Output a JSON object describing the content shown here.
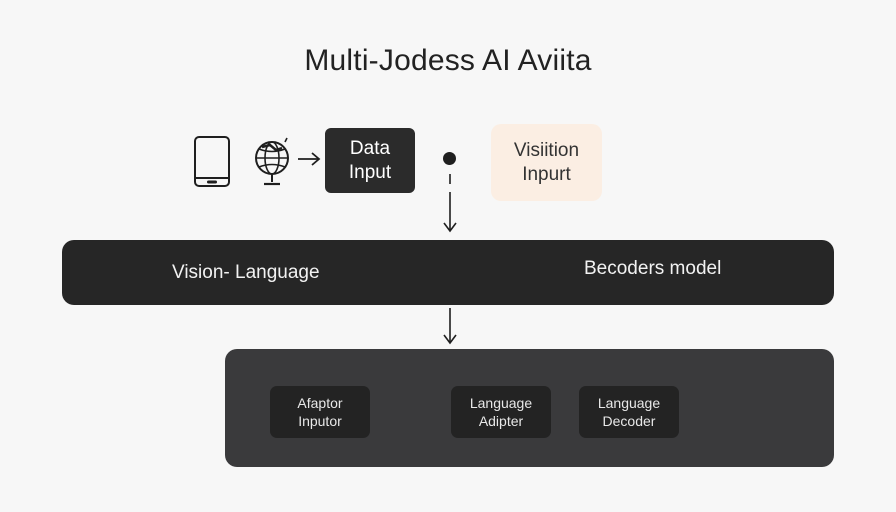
{
  "title": "Multi-Jodess AI Aviita",
  "icons": {
    "tablet": "tablet-icon",
    "globe": "globe-icon",
    "arrow": "arrow-right-icon"
  },
  "nodes": {
    "data_input": "Data\nInput",
    "vision_input": "Visiition\nInpurt"
  },
  "bar": {
    "left_label": "Vision- Language",
    "right_label": "Becoders model"
  },
  "panel": {
    "boxes": [
      "Afaptor\nInputor",
      "Language\nAdipter",
      "Language\nDecoder"
    ]
  },
  "colors": {
    "background": "#f7f7f7",
    "dark_box": "#2b2b2b",
    "bar": "#262626",
    "panel": "#3a3a3c",
    "panel_box": "#232323",
    "vision_input_fill": "#fbeee3"
  }
}
